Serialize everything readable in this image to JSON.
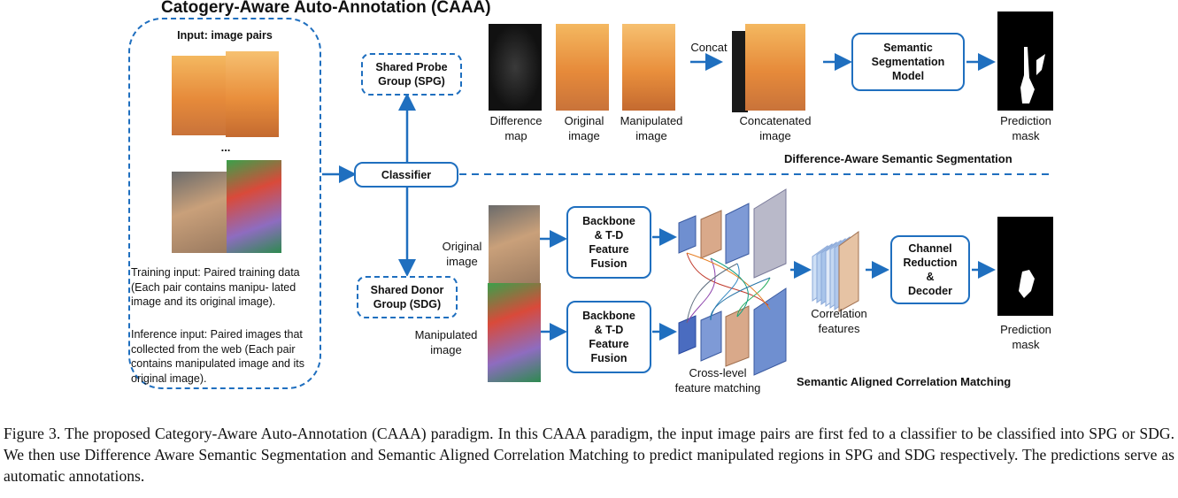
{
  "title": "Catogery-Aware Auto-Annotation (CAAA)",
  "input_panel": {
    "heading": "Input: image pairs",
    "ellipsis": "...",
    "training_text": "Training input: Paired training data (Each pair contains manipu- lated image and its original image).",
    "inference_text": "Inference input: Paired images that collected from the web (Each pair contains manipulated image and its original image)."
  },
  "classifier": "Classifier",
  "spg": "Shared Probe\nGroup (SPG)",
  "sdg": "Shared Donor\nGroup (SDG)",
  "top_branch": {
    "difference_map": "Difference\nmap",
    "original_image": "Original\nimage",
    "manipulated_image": "Manipulated\nimage",
    "concat": "Concat",
    "concatenated_image": "Concatenated\nimage",
    "model": "Semantic\nSegmentation\nModel",
    "prediction_mask": "Prediction\nmask",
    "section_title": "Difference-Aware Semantic Segmentation"
  },
  "bottom_branch": {
    "original_image": "Original\nimage",
    "manipulated_image": "Manipulated\nimage",
    "backbone_top": "Backbone\n& T-D\nFeature\nFusion",
    "backbone_bottom": "Backbone\n& T-D\nFeature\nFusion",
    "cross_level": "Cross-level\nfeature matching",
    "correlation": "Correlation\nfeatures",
    "decoder": "Channel\nReduction\n&\nDecoder",
    "prediction_mask": "Prediction\nmask",
    "section_title": "Semantic Aligned Correlation Matching"
  },
  "caption": "Figure 3. The proposed Category-Aware Auto-Annotation (CAAA) paradigm. In this CAAA paradigm, the input image pairs are first fed to a classifier to be classified into SPG or SDG. We then use Difference Aware Semantic Segmentation and Semantic Aligned Correlation Matching to predict manipulated regions in SPG and SDG respectively. The predictions serve as automatic annotations.",
  "colors": {
    "accent": "#1f6fbf",
    "feature_blue": "#6f8fd0",
    "feature_tan": "#d9a98a",
    "feature_grey": "#b9b9c9"
  }
}
